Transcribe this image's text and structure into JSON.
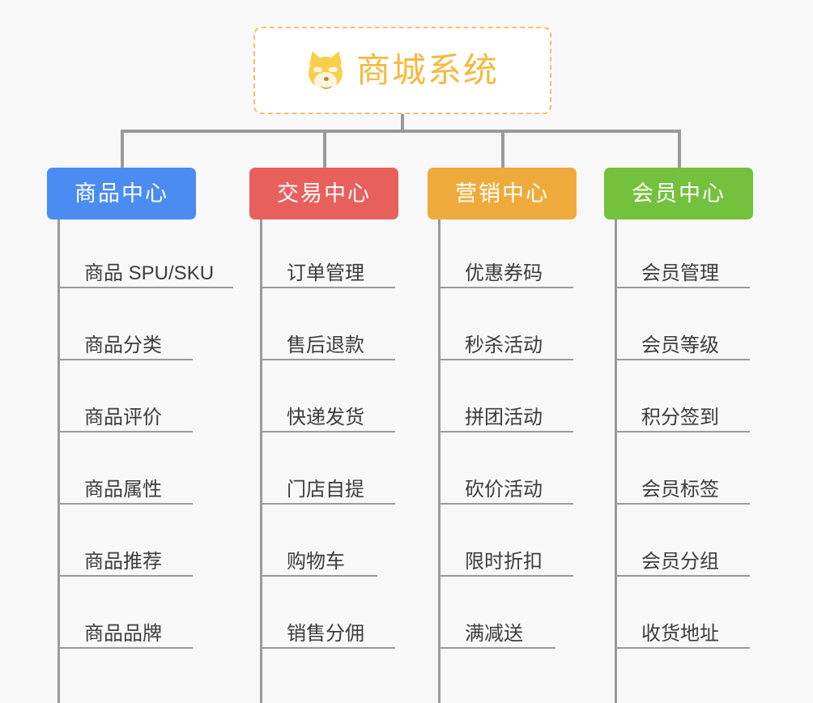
{
  "page": {
    "background": "#f8f8f8",
    "line_color": "#9a9a9a",
    "leaf_text_color": "#3c3c3c"
  },
  "root": {
    "title": "商城系统",
    "icon": "shiba-dog-face-icon",
    "text_color": "#f5b93f",
    "border_color": "#f0c06a",
    "background": "#ffffff"
  },
  "columns": [
    {
      "label": "商品中心",
      "color": "#4a8cf2",
      "items": [
        "商品 SPU/SKU",
        "商品分类",
        "商品评价",
        "商品属性",
        "商品推荐",
        "商品品牌"
      ]
    },
    {
      "label": "交易中心",
      "color": "#e8605c",
      "items": [
        "订单管理",
        "售后退款",
        "快递发货",
        "门店自提",
        "购物车",
        "销售分佣"
      ]
    },
    {
      "label": "营销中心",
      "color": "#eeab3c",
      "items": [
        "优惠券码",
        "秒杀活动",
        "拼团活动",
        "砍价活动",
        "限时折扣",
        "满减送"
      ]
    },
    {
      "label": "会员中心",
      "color": "#73c13d",
      "items": [
        "会员管理",
        "会员等级",
        "积分签到",
        "会员标签",
        "会员分组",
        "收货地址"
      ]
    }
  ]
}
